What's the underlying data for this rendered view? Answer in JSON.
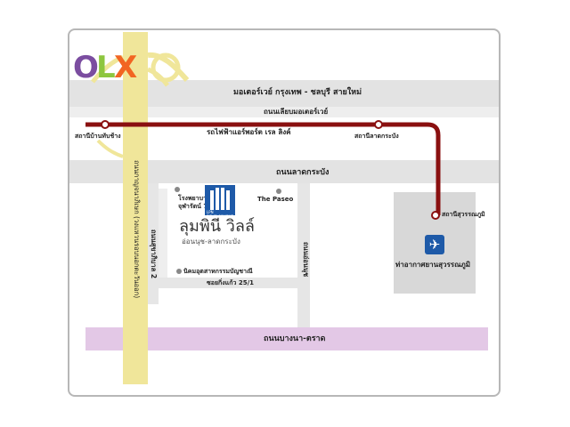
{
  "labels": {
    "motorway": "มอเตอร์เวย์ กรุงเทพ - ชลบุรี สายใหม่",
    "motorway_frontage": "ถนนเลียบมอเตอร์เวย์",
    "airport_rail_link": "รถไฟฟ้าแอร์พอร์ต เรล ลิงค์",
    "station_ban_thap_chang": "สถานีบ้านทับช้าง",
    "station_lat_krabang": "สถานีลาดกระบัง",
    "station_suvarnabhumi": "สถานีสุวรรณภูมิ",
    "lat_krabang_road": "ถนนลาดกระบัง",
    "road_vertical_west": "ถนนกาญจนาภิเษก (วงแหวนรอบนอกตะวันออก)",
    "road_on_nut": "ถนนอ่อนนุช",
    "soi_suk_2": "ถนนสุขาภิบาล 2",
    "soi_rom_klao": "ซอยกิ่งแก้ว 25/1",
    "poi_hospital": "โรงพยาบาล",
    "poi_hospital_2": "จุฬารัตน์ 7",
    "poi_paseo": "The Paseo",
    "poi_estate": "นิคมอุตสาหกรรมบัญชาณี",
    "project_name": "ลุมพินี วิลล์",
    "project_sub": "อ่อนนุช-ลาดกระบัง",
    "project_logo_text": "LPN DEVELOPMENT",
    "airport": "ท่าอากาศยานสุวรรณภูมิ",
    "bang_na_trat": "ถนนบางนา-ตราด",
    "olx_o": "O",
    "olx_l": "L",
    "olx_x": "X"
  },
  "colors": {
    "road_gray": "#e3e3e3",
    "yellow_road": "#f0e69a",
    "rail_red": "#8a1010",
    "purple_road": "#e3c8e6",
    "airport_area": "#d8d8d8",
    "olx_purple": "#7b4da0",
    "olx_green": "#8dc63f",
    "olx_orange": "#f26522"
  },
  "icons": {
    "airport": "airplane-icon",
    "poi": "poi-dot-icon",
    "station": "station-ring-icon"
  }
}
